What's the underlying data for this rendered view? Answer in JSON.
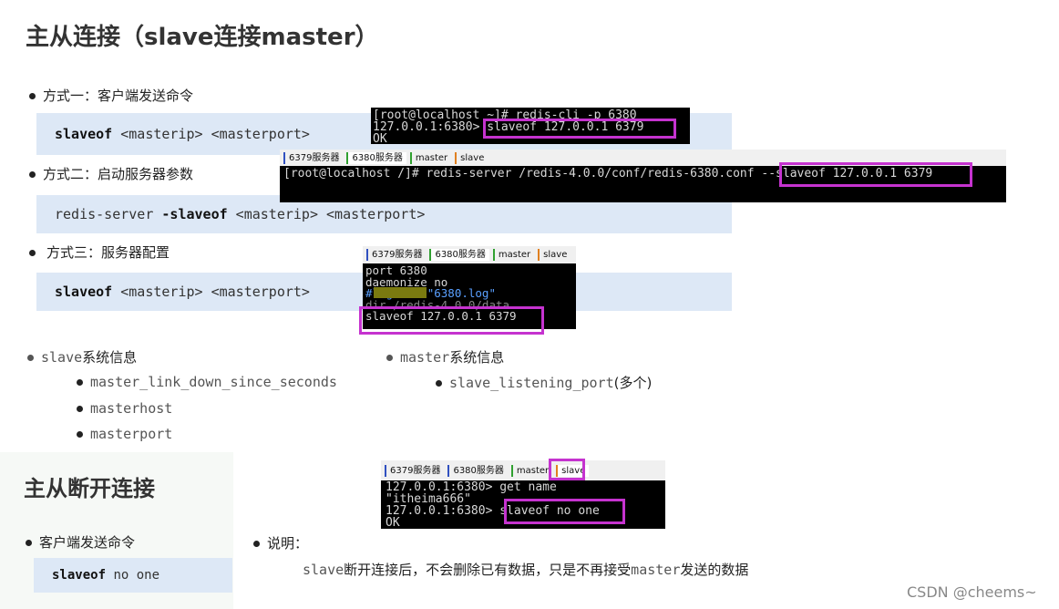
{
  "title": "主从连接（slave连接master）",
  "method1": {
    "label": "方式一：客户端发送命令",
    "cmd_bold": "slaveof",
    "cmd_rest": " <masterip> <masterport>"
  },
  "method2": {
    "label": "方式二：启动服务器参数",
    "cmd_pre": "redis-server ",
    "cmd_bold": "-slaveof",
    "cmd_rest": " <masterip> <masterport>"
  },
  "method3": {
    "label": "方式三：服务器配置",
    "cmd_bold": "slaveof",
    "cmd_rest": " <masterip> <masterport>"
  },
  "slave_info": {
    "head_mono": "slave",
    "head_text": "系统信息",
    "items": [
      "master_link_down_since_seconds",
      "masterhost",
      "masterport"
    ]
  },
  "master_info": {
    "head_mono": "master",
    "head_text": "系统信息",
    "item_mono": "slave_listening_port",
    "item_text": "(多个)"
  },
  "disconnect": {
    "title": "主从断开连接",
    "client_label": "客户端发送命令",
    "cmd_bold": "slaveof",
    "cmd_rest": " no one",
    "note_label": "说明：",
    "note_mono1": "slave",
    "note_text1": "断开连接后，不会删除已有数据，只是不再接受",
    "note_mono2": "master",
    "note_text2": "发送的数据"
  },
  "term1": {
    "lines": [
      "[root@localhost ~]# redis-cli -p 6380",
      "127.0.0.1:6380> slaveof 127.0.0.1 6379",
      "OK"
    ]
  },
  "term2": {
    "tabs": [
      "6379服务器",
      "6380服务器",
      "master",
      "slave"
    ],
    "line_pre": "[root@localhost /]# redis-server /redis-4.0.0/conf/redis-6380.conf",
    "line_hl": " --slaveof 127.0.0.1 6379"
  },
  "term3": {
    "tabs": [
      "6379服务器",
      "6380服务器",
      "master",
      "slave"
    ],
    "lines": [
      "port 6380",
      "daemonize no",
      "#logfile \"6380.log\"",
      "dir /redis-4.0.0/data",
      "slaveof 127.0.0.1 6379"
    ]
  },
  "term4": {
    "tabs": [
      "6379服务器",
      "6380服务器",
      "master",
      "slave"
    ],
    "lines": [
      "127.0.0.1:6380> get name",
      "\"itheima666\"",
      "127.0.0.1:6380> slaveof no one",
      "OK"
    ]
  },
  "watermark": "CSDN @cheems~",
  "colors": {
    "highlight": "#c533cf",
    "code_bg": "#dde8f6",
    "terminal_bg": "#000000"
  }
}
